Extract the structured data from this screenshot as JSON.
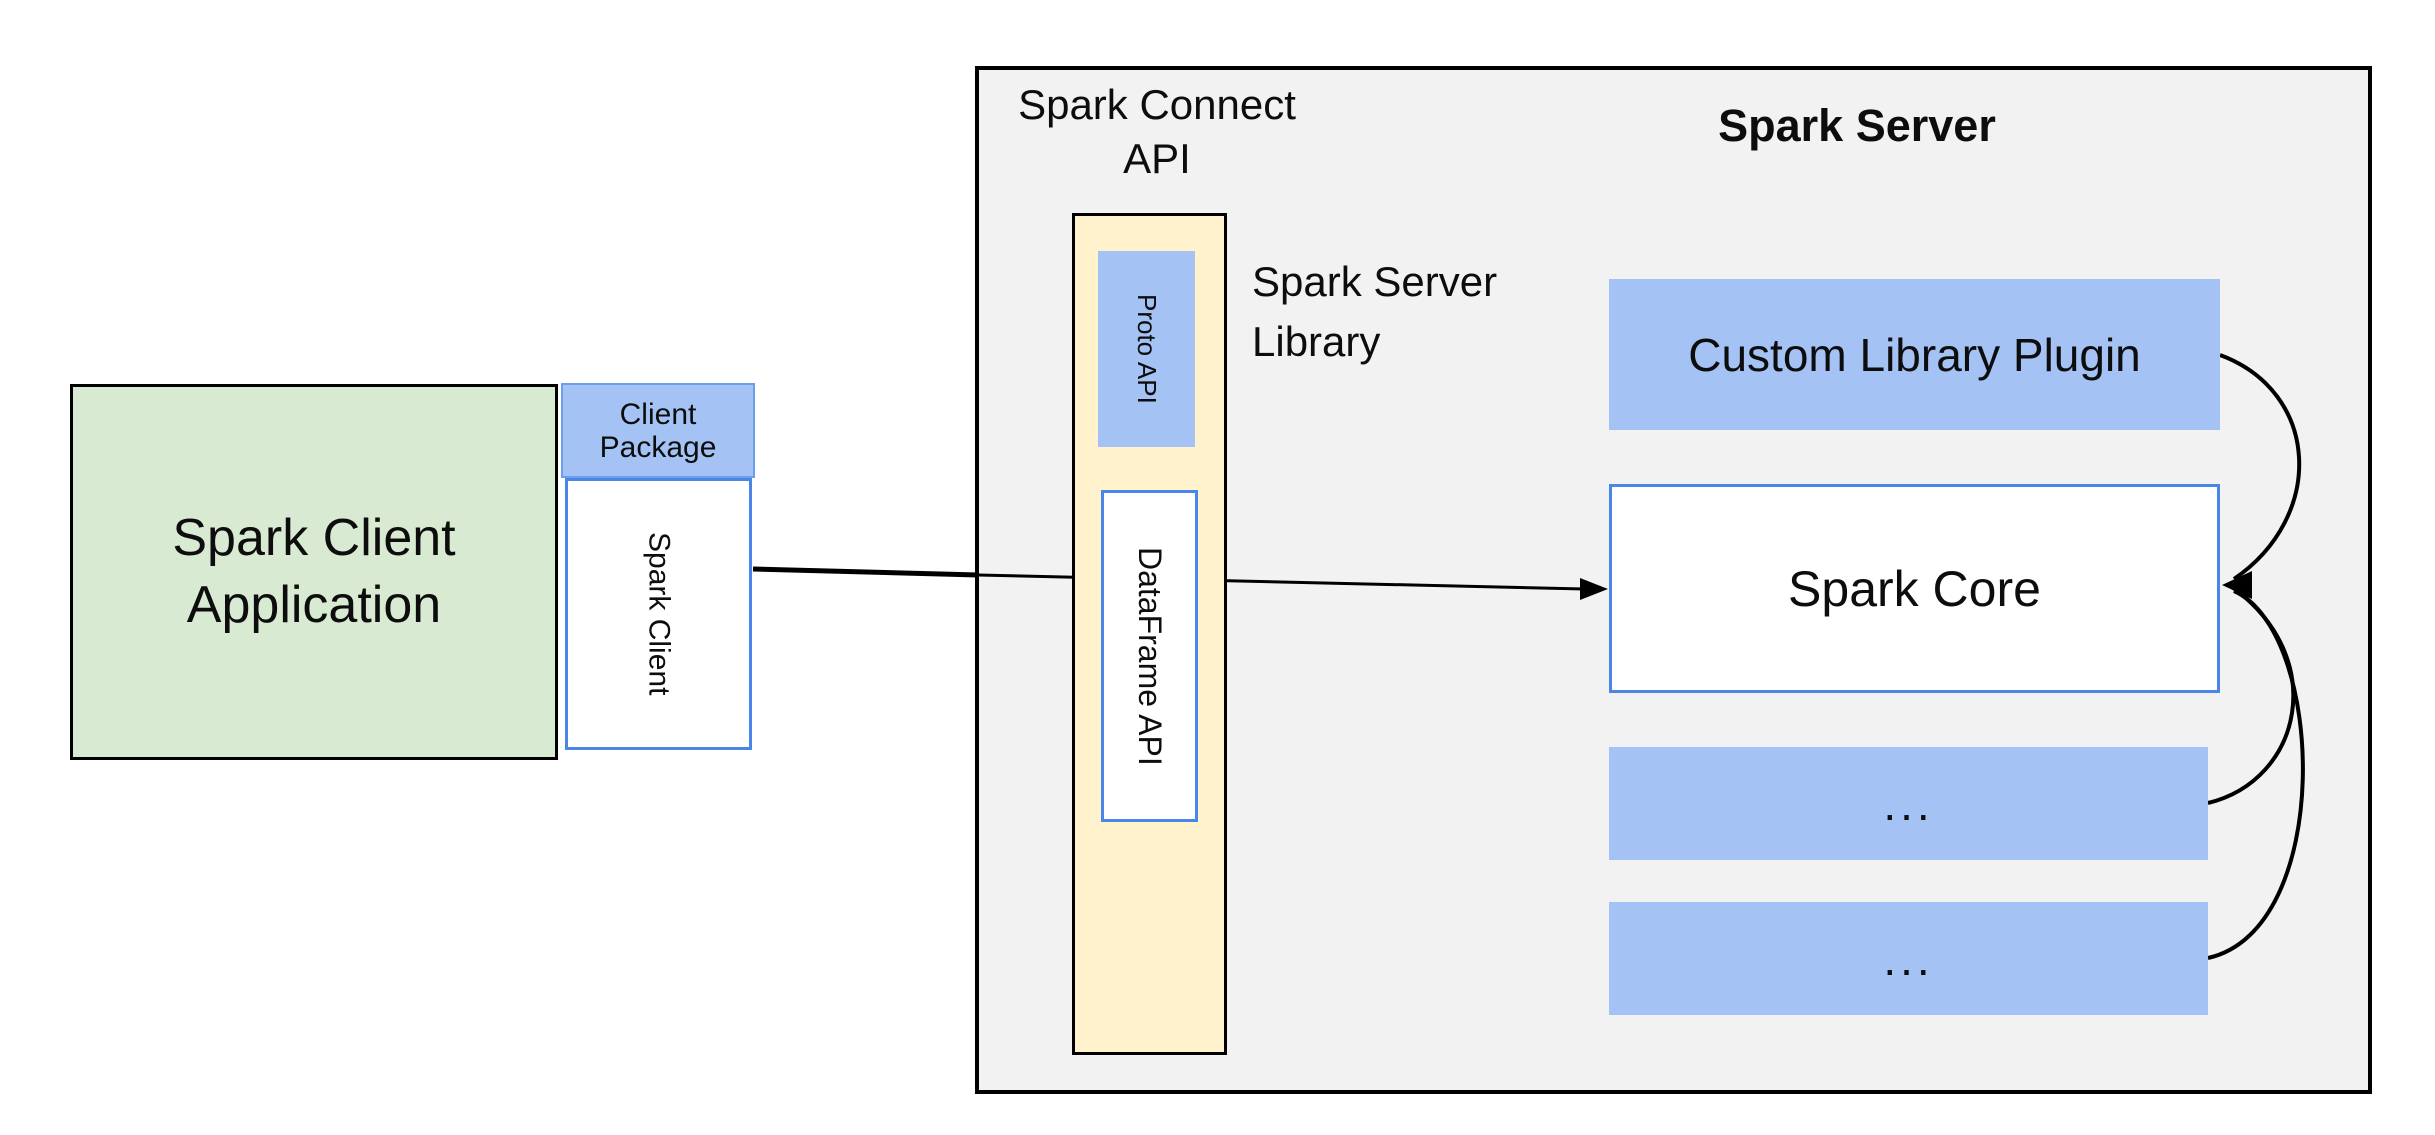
{
  "diagram": {
    "client": {
      "app_label": "Spark Client\nApplication",
      "client_package_label": "Client\nPackage",
      "spark_client_label": "Spark Client"
    },
    "connect": {
      "api_label": "Spark Connect\nAPI",
      "proto_api_label": "Proto API",
      "dataframe_api_label": "DataFrame API",
      "server_library_label": "Spark Server\nLibrary"
    },
    "server": {
      "title": "Spark Server",
      "custom_library_plugin_label": "Custom Library Plugin",
      "spark_core_label": "Spark Core",
      "ellipsis_box_1_label": "...",
      "ellipsis_box_2_label": "..."
    },
    "colors": {
      "client_app_fill": "#d9ead3",
      "blue_fill": "#a4c2f4",
      "cream_fill": "#fff2cc",
      "server_fill": "#f2f2f2",
      "blue_border": "#4a86e8",
      "outline": "#000000"
    }
  }
}
